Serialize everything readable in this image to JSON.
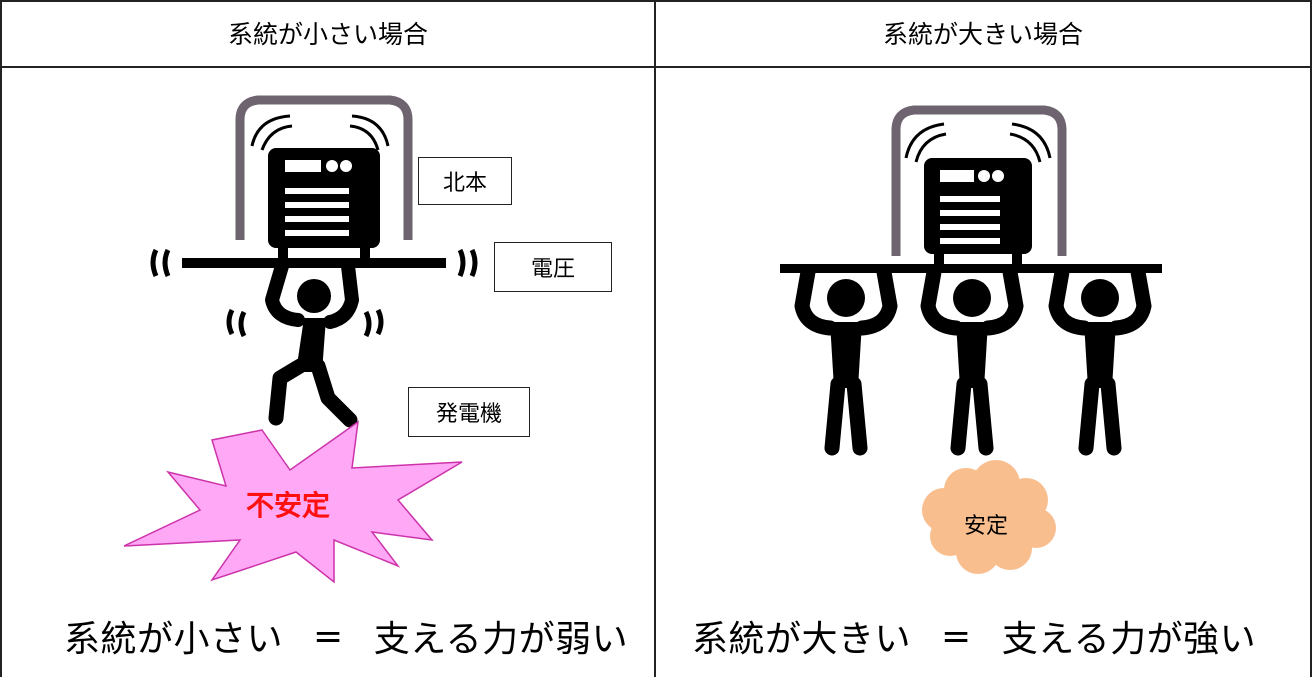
{
  "columns": [
    {
      "header": "系統が小さい場合",
      "labels": {
        "load": "北本",
        "voltage": "電圧",
        "generator": "発電機"
      },
      "status": "不安定",
      "caption": {
        "left": "系統が小さい",
        "eq": "=",
        "right": "支える力が弱い"
      }
    },
    {
      "header": "系統が大きい場合",
      "status": "安定",
      "caption": {
        "left": "系統が大きい",
        "eq": "=",
        "right": "支える力が強い"
      }
    }
  ],
  "colors": {
    "device_frame": "#6e6470",
    "figure": "#000000",
    "burst_fill": "#ffa8f6",
    "burst_stroke": "#cc33aa",
    "burst_text": "#ff1010",
    "cloud_fill": "#f9be8e"
  }
}
